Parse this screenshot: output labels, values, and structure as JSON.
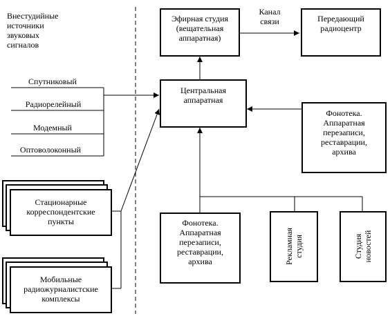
{
  "diagram": {
    "external_sources_title": "Внестудийные\nисточники\nзвуковых\nсигналов",
    "channel_label": "Канал\nсвязи",
    "sources": [
      {
        "label": "Спутниковый"
      },
      {
        "label": "Радиорелейный"
      },
      {
        "label": "Модемный"
      },
      {
        "label": "Оптоволоконный"
      }
    ],
    "stations": {
      "stationary": "Стационарные\nкорреспондентские\nпункты",
      "mobile": "Мобильные\nрадиожурналистские\nкомплексы"
    },
    "nodes": {
      "broadcast_studio": "Эфирная студия\n(вещательная\nаппаратная)",
      "transmitter": "Передающий\nрадиоцентр",
      "central": "Центральная\nаппаратная",
      "phonotheque_right": "Фонотека.\nАппаратная\nперезаписи,\nреставрации,\nархива",
      "phonotheque_bottom": "Фонотека.\nАппаратная\nперезаписи,\nреставрации,\nархива",
      "ad_studio": "Рекламная\nстудия",
      "news_studio": "Студия\nновостей"
    }
  }
}
